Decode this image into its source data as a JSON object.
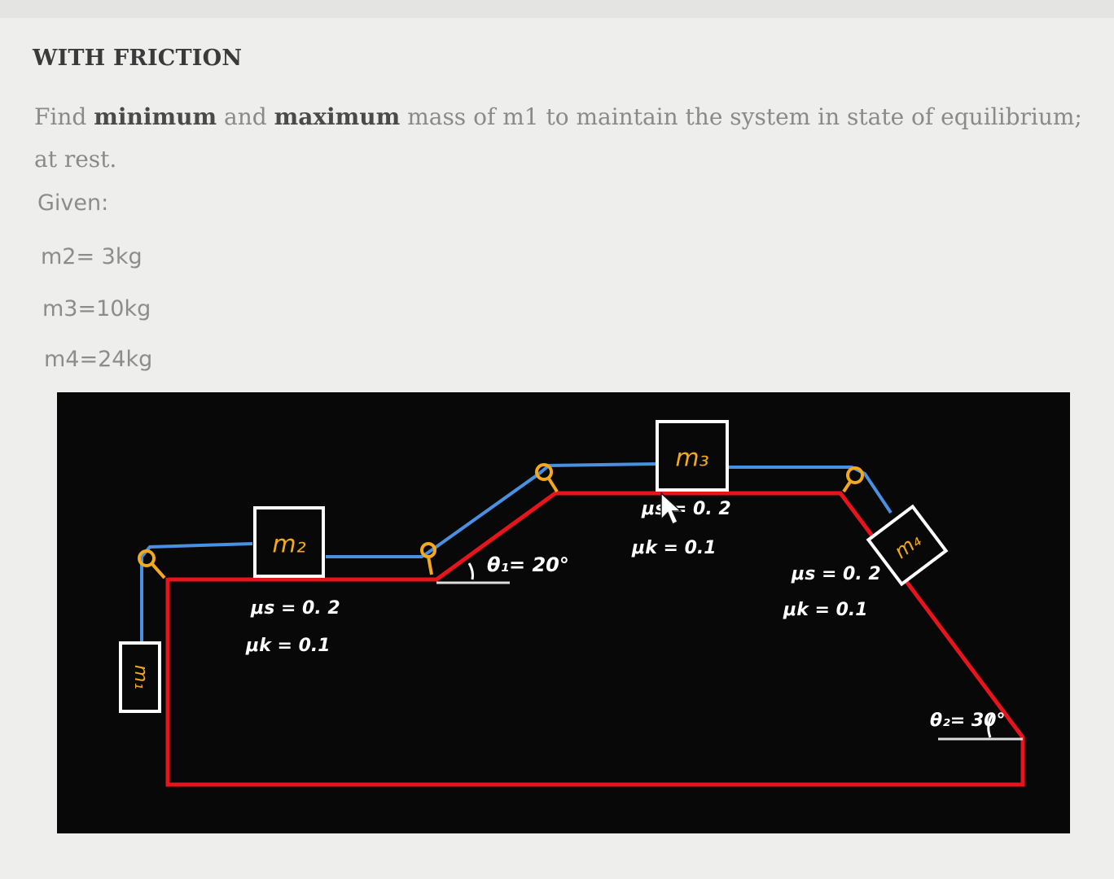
{
  "page": {
    "heading": "WITH FRICTION",
    "question": {
      "part1": "Find ",
      "bold1": "minimum",
      "part2": " and ",
      "bold2": "maximum",
      "part3": " mass of m1 to maintain the system in state of equilibrium; at rest."
    },
    "given_label": "Given:",
    "given_items": [
      "m2= 3kg",
      "m3=10kg",
      "m4=24kg"
    ]
  },
  "figure": {
    "masses": {
      "m1": "m₁",
      "m2": "m₂",
      "m3": "m₃",
      "m4": "m₄"
    },
    "m2_friction": {
      "static": "μs = 0. 2",
      "kinetic": "μk = 0.1"
    },
    "m3_friction": {
      "static": "μs = 0. 2",
      "kinetic": "μk = 0.1"
    },
    "m4_friction": {
      "static": "μs = 0. 2",
      "kinetic": "μk = 0.1"
    },
    "theta1": "θ₁= 20°",
    "theta2": "θ₂= 30°",
    "colors": {
      "background": "#080808",
      "track": "#e8141c",
      "rope": "#4a90e2",
      "pulley": "#f3a91c",
      "mass_label": "#f3a91c",
      "box_outline": "#ffffff"
    }
  }
}
